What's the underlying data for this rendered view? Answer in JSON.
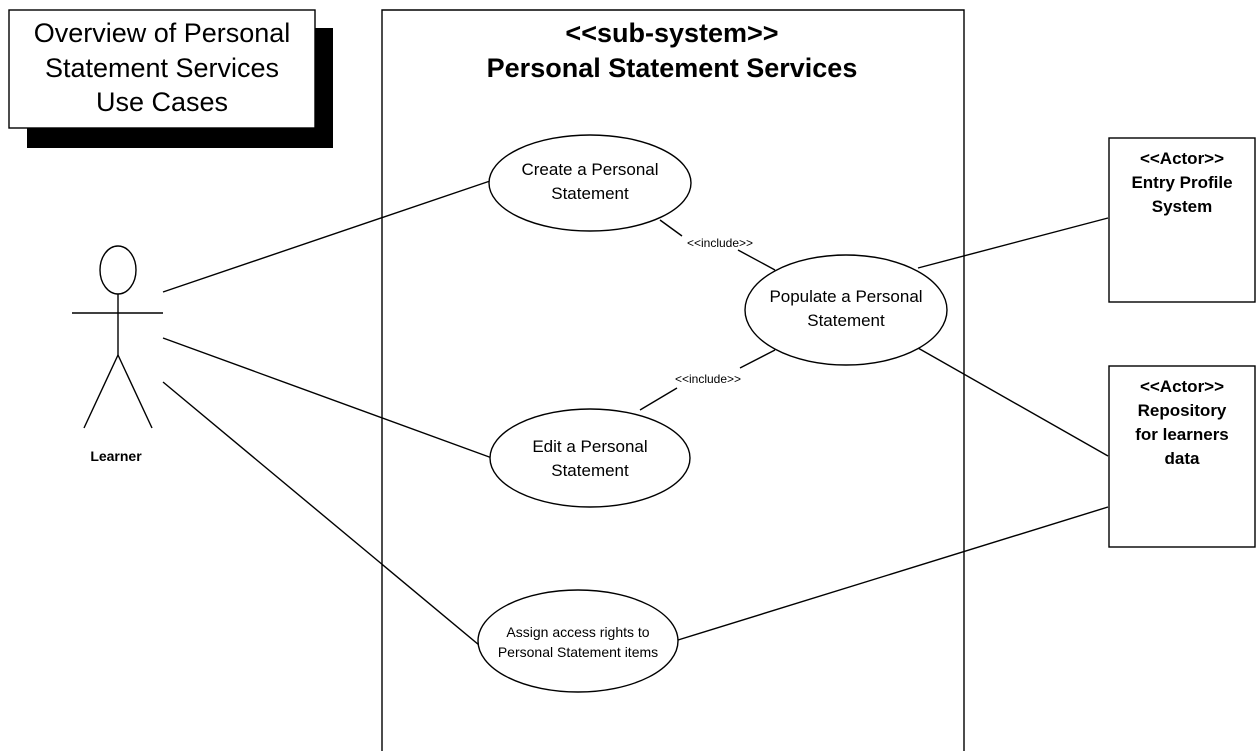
{
  "diagram": {
    "title": {
      "lines": [
        "Overview of Personal",
        "Statement Services",
        "Use Cases"
      ]
    },
    "subsystem": {
      "stereotype": "<<sub-system>>",
      "name": "Personal Statement Services"
    },
    "use_cases": {
      "create": [
        "Create a Personal",
        "Statement"
      ],
      "populate": [
        "Populate a Personal",
        "Statement"
      ],
      "edit": [
        "Edit a Personal",
        "Statement"
      ],
      "assign": [
        "Assign access rights to",
        "Personal Statement items"
      ]
    },
    "include_labels": {
      "top": "<<include>>",
      "bottom": "<<include>>"
    },
    "actors": {
      "learner": "Learner",
      "entry_profile": [
        "<<Actor>>",
        "Entry Profile",
        "System"
      ],
      "repository": [
        "<<Actor>>",
        "Repository",
        "for learners",
        "data"
      ]
    }
  }
}
